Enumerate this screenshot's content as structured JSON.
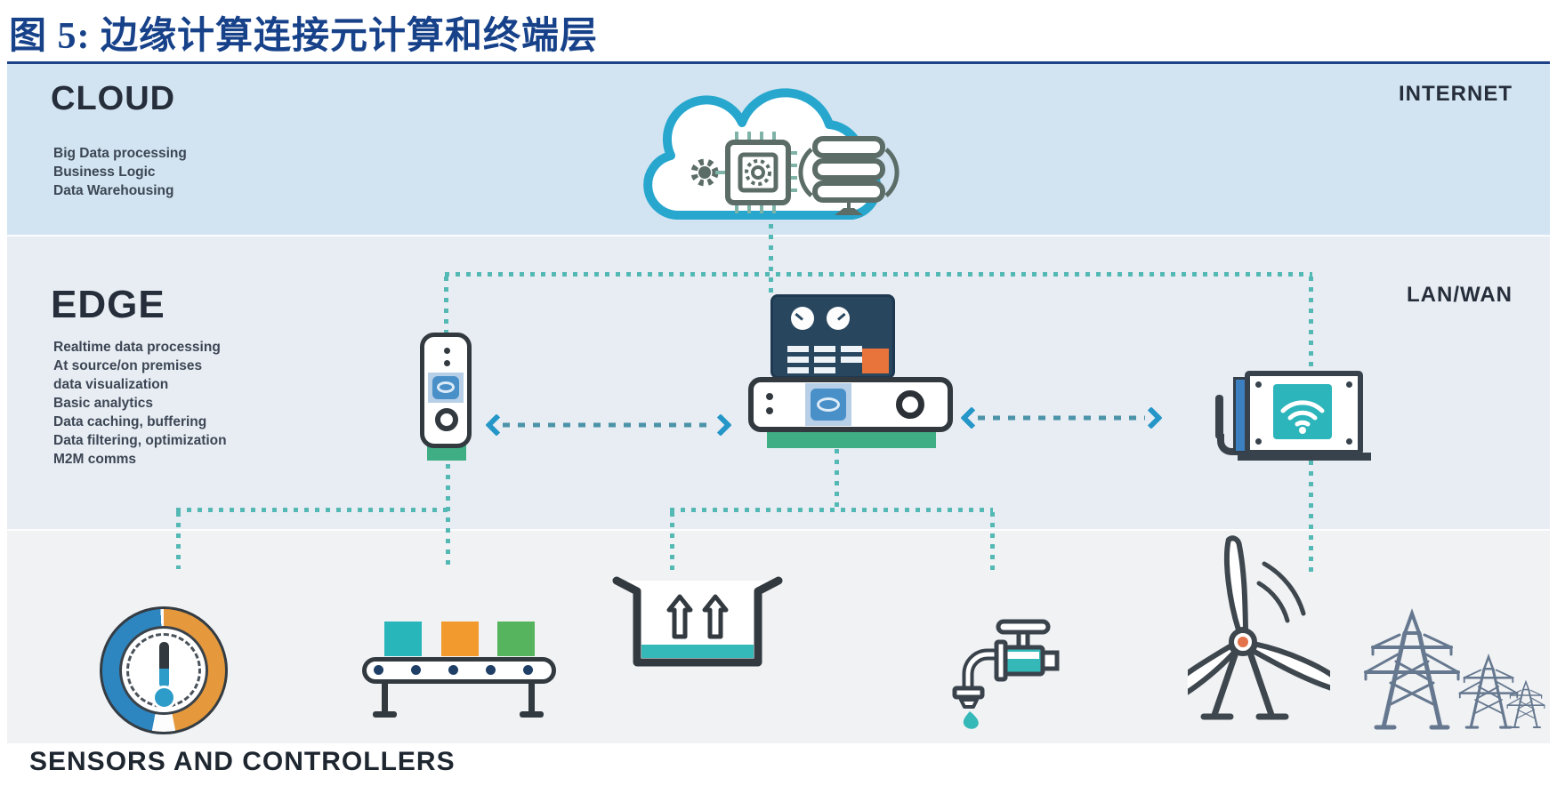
{
  "figure_title": "图 5: 边缘计算连接元计算和终端层",
  "cloud_layer": {
    "heading": "CLOUD",
    "capabilities": [
      "Big Data processing",
      "Business Logic",
      "Data Warehousing"
    ],
    "network_label": "INTERNET"
  },
  "edge_layer": {
    "heading": "EDGE",
    "capabilities": [
      "Realtime data processing",
      "At source/on premises",
      "data visualization",
      "Basic analytics",
      "Data caching, buffering",
      "Data filtering, optimization",
      "M2M comms"
    ],
    "network_label": "LAN/WAN"
  },
  "device_layer": {
    "heading": "SENSORS AND CONTROLLERS"
  },
  "icons": {
    "cloud": "cloud-computing-icon",
    "cloud_chip": "cpu-gear-icon",
    "cloud_servers": "server-stack-icon",
    "edge_left": "gateway-tower-icon",
    "edge_center_display": "dashboard-monitor-icon",
    "edge_center_unit": "edge-server-icon",
    "edge_right": "wifi-gateway-icon",
    "sensor_gauge": "gauge-thermometer-icon",
    "sensor_conveyor": "conveyor-belt-icon",
    "sensor_container": "container-arrows-icon",
    "sensor_valve": "water-valve-icon",
    "sensor_turbine": "wind-turbine-icon",
    "sensor_grid": "power-towers-icon"
  },
  "colors": {
    "title_blue": "#17428a",
    "cloud_band": "#d2e4f1",
    "edge_band": "#e8edf3",
    "device_band": "#f0f2f4",
    "connector_teal": "#54b9b4",
    "arrow_blue": "#2596c8",
    "cloud_outline": "#27a7ce",
    "base_green": "#3fae85",
    "accent_teal": "#2cb5bb",
    "accent_orange": "#f29a2e",
    "accent_blue": "#2e86c1",
    "dark_outline": "#323a40"
  }
}
